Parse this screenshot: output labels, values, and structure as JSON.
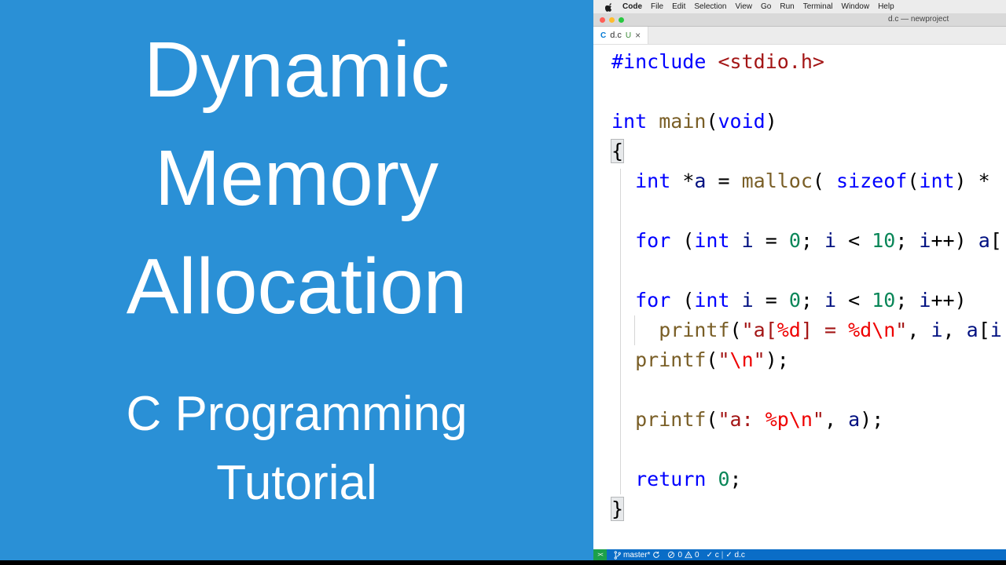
{
  "left_panel": {
    "bg_color": "#2a90d6",
    "text_color": "#ffffff",
    "title_lines": [
      "Dynamic",
      "Memory",
      "Allocation"
    ],
    "subtitle_lines": [
      "C Programming",
      "Tutorial"
    ]
  },
  "menu_bar": {
    "apple_icon": "apple-logo-icon",
    "items": [
      "Code",
      "File",
      "Edit",
      "Selection",
      "View",
      "Go",
      "Run",
      "Terminal",
      "Window",
      "Help"
    ]
  },
  "title_bar": {
    "title": "d.c — newproject"
  },
  "tab_bar": {
    "language_icon": "C",
    "filename": "d.c",
    "git_status_badge": "U",
    "close_label": "×"
  },
  "editor": {
    "colors": {
      "kw": "#0000ff",
      "fn": "#795e26",
      "str": "#a31515",
      "esc": "#ee0000",
      "num": "#098658",
      "var": "#001080",
      "pl": "#000000"
    },
    "lines": [
      {
        "segments": [
          {
            "t": "#include",
            "c": "kw"
          },
          {
            "t": " ",
            "c": "pl"
          },
          {
            "t": "<stdio.h>",
            "c": "str"
          }
        ]
      },
      {
        "segments": []
      },
      {
        "segments": [
          {
            "t": "int",
            "c": "kw"
          },
          {
            "t": " ",
            "c": "pl"
          },
          {
            "t": "main",
            "c": "fn"
          },
          {
            "t": "(",
            "c": "pl"
          },
          {
            "t": "void",
            "c": "kw"
          },
          {
            "t": ")",
            "c": "pl"
          }
        ]
      },
      {
        "segments": [
          {
            "t": "{",
            "c": "brk"
          }
        ]
      },
      {
        "segments": [
          {
            "t": "  ",
            "c": "pl"
          },
          {
            "t": "int",
            "c": "kw"
          },
          {
            "t": " *",
            "c": "pl"
          },
          {
            "t": "a",
            "c": "var"
          },
          {
            "t": " = ",
            "c": "pl"
          },
          {
            "t": "malloc",
            "c": "fn"
          },
          {
            "t": "( ",
            "c": "pl"
          },
          {
            "t": "sizeof",
            "c": "kw"
          },
          {
            "t": "(",
            "c": "pl"
          },
          {
            "t": "int",
            "c": "kw"
          },
          {
            "t": ") ",
            "c": "pl"
          },
          {
            "t": "* ",
            "c": "pl"
          }
        ]
      },
      {
        "segments": []
      },
      {
        "segments": [
          {
            "t": "  ",
            "c": "pl"
          },
          {
            "t": "for",
            "c": "kw"
          },
          {
            "t": " (",
            "c": "pl"
          },
          {
            "t": "int",
            "c": "kw"
          },
          {
            "t": " ",
            "c": "pl"
          },
          {
            "t": "i",
            "c": "var"
          },
          {
            "t": " = ",
            "c": "pl"
          },
          {
            "t": "0",
            "c": "num"
          },
          {
            "t": "; ",
            "c": "pl"
          },
          {
            "t": "i",
            "c": "var"
          },
          {
            "t": " < ",
            "c": "pl"
          },
          {
            "t": "10",
            "c": "num"
          },
          {
            "t": "; ",
            "c": "pl"
          },
          {
            "t": "i",
            "c": "var"
          },
          {
            "t": "++) ",
            "c": "pl"
          },
          {
            "t": "a",
            "c": "var"
          },
          {
            "t": "[",
            "c": "pl"
          }
        ]
      },
      {
        "segments": []
      },
      {
        "segments": [
          {
            "t": "  ",
            "c": "pl"
          },
          {
            "t": "for",
            "c": "kw"
          },
          {
            "t": " (",
            "c": "pl"
          },
          {
            "t": "int",
            "c": "kw"
          },
          {
            "t": " ",
            "c": "pl"
          },
          {
            "t": "i",
            "c": "var"
          },
          {
            "t": " = ",
            "c": "pl"
          },
          {
            "t": "0",
            "c": "num"
          },
          {
            "t": "; ",
            "c": "pl"
          },
          {
            "t": "i",
            "c": "var"
          },
          {
            "t": " < ",
            "c": "pl"
          },
          {
            "t": "10",
            "c": "num"
          },
          {
            "t": "; ",
            "c": "pl"
          },
          {
            "t": "i",
            "c": "var"
          },
          {
            "t": "++)",
            "c": "pl"
          }
        ]
      },
      {
        "segments": [
          {
            "t": "    ",
            "c": "pl"
          },
          {
            "t": "printf",
            "c": "fn"
          },
          {
            "t": "(",
            "c": "pl"
          },
          {
            "t": "\"a[",
            "c": "str"
          },
          {
            "t": "%d",
            "c": "esc"
          },
          {
            "t": "] = ",
            "c": "str"
          },
          {
            "t": "%d",
            "c": "esc"
          },
          {
            "t": "\\n",
            "c": "esc"
          },
          {
            "t": "\"",
            "c": "str"
          },
          {
            "t": ", ",
            "c": "pl"
          },
          {
            "t": "i",
            "c": "var"
          },
          {
            "t": ", ",
            "c": "pl"
          },
          {
            "t": "a",
            "c": "var"
          },
          {
            "t": "[",
            "c": "pl"
          },
          {
            "t": "i",
            "c": "var"
          }
        ]
      },
      {
        "segments": [
          {
            "t": "  ",
            "c": "pl"
          },
          {
            "t": "printf",
            "c": "fn"
          },
          {
            "t": "(",
            "c": "pl"
          },
          {
            "t": "\"",
            "c": "str"
          },
          {
            "t": "\\n",
            "c": "esc"
          },
          {
            "t": "\"",
            "c": "str"
          },
          {
            "t": ");",
            "c": "pl"
          }
        ]
      },
      {
        "segments": []
      },
      {
        "segments": [
          {
            "t": "  ",
            "c": "pl"
          },
          {
            "t": "printf",
            "c": "fn"
          },
          {
            "t": "(",
            "c": "pl"
          },
          {
            "t": "\"a: ",
            "c": "str"
          },
          {
            "t": "%p",
            "c": "esc"
          },
          {
            "t": "\\n",
            "c": "esc"
          },
          {
            "t": "\"",
            "c": "str"
          },
          {
            "t": ", ",
            "c": "pl"
          },
          {
            "t": "a",
            "c": "var"
          },
          {
            "t": ");",
            "c": "pl"
          }
        ]
      },
      {
        "segments": []
      },
      {
        "segments": [
          {
            "t": "  ",
            "c": "pl"
          },
          {
            "t": "return",
            "c": "kw"
          },
          {
            "t": " ",
            "c": "pl"
          },
          {
            "t": "0",
            "c": "num"
          },
          {
            "t": ";",
            "c": "pl"
          }
        ]
      },
      {
        "segments": [
          {
            "t": "}",
            "c": "brk"
          }
        ]
      }
    ]
  },
  "status_bar": {
    "bg_color": "#0a6dc7",
    "remote_bg_color": "#1ca04a",
    "remote_label": "><",
    "branch_label": "master*",
    "error_count": "0",
    "warning_count": "0",
    "check_items": [
      "✓ c",
      "✓ d.c"
    ],
    "divider": "|"
  }
}
